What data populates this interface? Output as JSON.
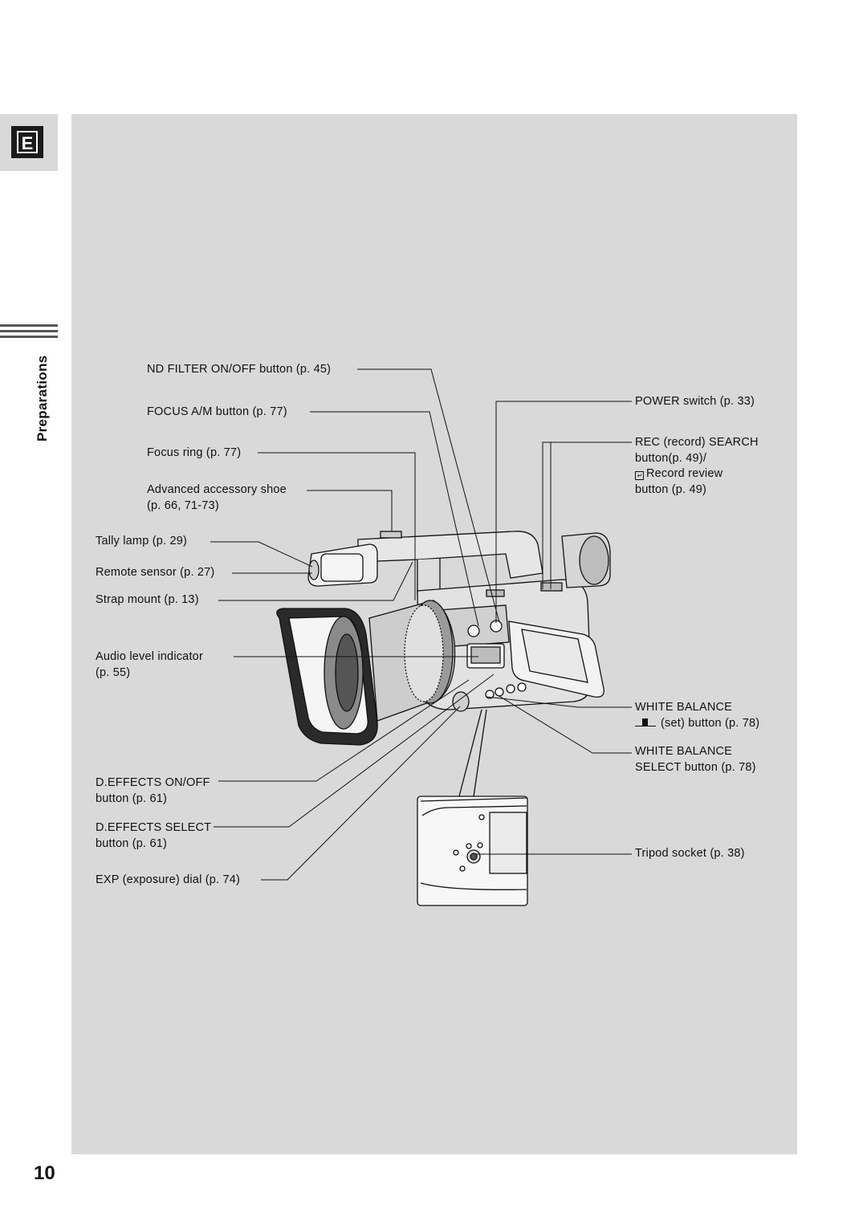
{
  "tab": {
    "letter": "E"
  },
  "section": {
    "title": "Preparations"
  },
  "page": {
    "number": "10"
  },
  "labels": {
    "nd_filter": "ND FILTER ON/OFF button (p. 45)",
    "focus_am": "FOCUS A/M button (p. 77)",
    "focus_ring": "Focus ring (p. 77)",
    "accessory_shoe_1": "Advanced accessory shoe",
    "accessory_shoe_2": "(p. 66, 71-73)",
    "tally_lamp": "Tally lamp (p. 29)",
    "remote_sensor": "Remote sensor (p. 27)",
    "strap_mount": "Strap mount (p. 13)",
    "audio_level_1": "Audio level indicator",
    "audio_level_2": "(p. 55)",
    "deffects_onoff_1": "D.EFFECTS ON/OFF",
    "deffects_onoff_2": "button (p. 61)",
    "deffects_select_1": "D.EFFECTS SELECT",
    "deffects_select_2": "button (p. 61)",
    "exp_dial": "EXP (exposure) dial (p. 74)",
    "power_switch": "POWER switch (p. 33)",
    "rec_search_1": "REC (record) SEARCH",
    "rec_search_2": "button(p. 49)/",
    "rec_search_3": "Record review",
    "rec_search_4": "button (p. 49)",
    "wb_set_1": "WHITE BALANCE",
    "wb_set_2": "(set) button (p. 78)",
    "wb_select_1": "WHITE BALANCE",
    "wb_select_2": "SELECT button (p. 78)",
    "tripod": "Tripod socket (p. 38)"
  },
  "icons": {
    "record_review": "record-review-icon",
    "white_balance_set": "white-balance-set-icon"
  }
}
